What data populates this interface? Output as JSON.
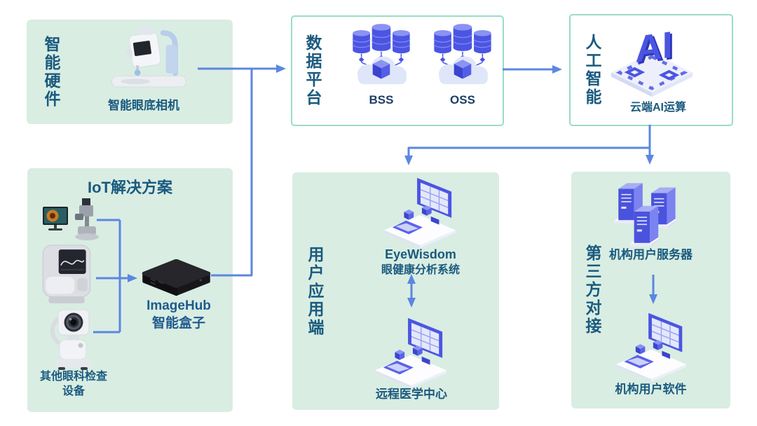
{
  "colors": {
    "background": "#ffffff",
    "panel_green_fill": "#d9ede3",
    "panel_border_teal": "#9adcc5",
    "arrow_blue": "#5b87e0",
    "icon_blue": "#4b55e2",
    "icon_blue_light": "#8a92f3",
    "cloud_lavender": "#dfe6f9",
    "text_dark_blue": "#1a5a7e"
  },
  "hardware": {
    "title": "智能硬件",
    "device_label": "智能眼底相机"
  },
  "data_platform": {
    "title": "数据平台",
    "clusters": [
      {
        "label": "BSS"
      },
      {
        "label": "OSS"
      }
    ]
  },
  "ai": {
    "title": "人工智能",
    "chip_letters": "AI",
    "label": "云端AI运算"
  },
  "iot": {
    "title": "IoT解决方案",
    "hub_label": [
      "ImageHub",
      "智能盒子"
    ],
    "devices_label": [
      "其他眼科检查",
      "设备"
    ]
  },
  "user_app": {
    "title": "用户应用端",
    "system_label": [
      "EyeWisdom",
      "眼健康分析系统"
    ],
    "remote_label": "远程医学中心"
  },
  "third_party": {
    "title": "第三方对接",
    "server_label": "机构用户服务器",
    "software_label": "机构用户软件"
  }
}
